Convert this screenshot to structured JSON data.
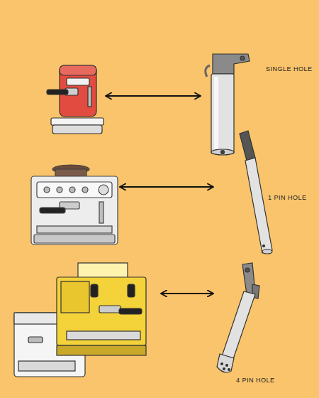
{
  "diagram": {
    "labels": [
      "SINGLE HOLE",
      "1 PIN HOLE",
      "4 PIN HOLE"
    ]
  }
}
